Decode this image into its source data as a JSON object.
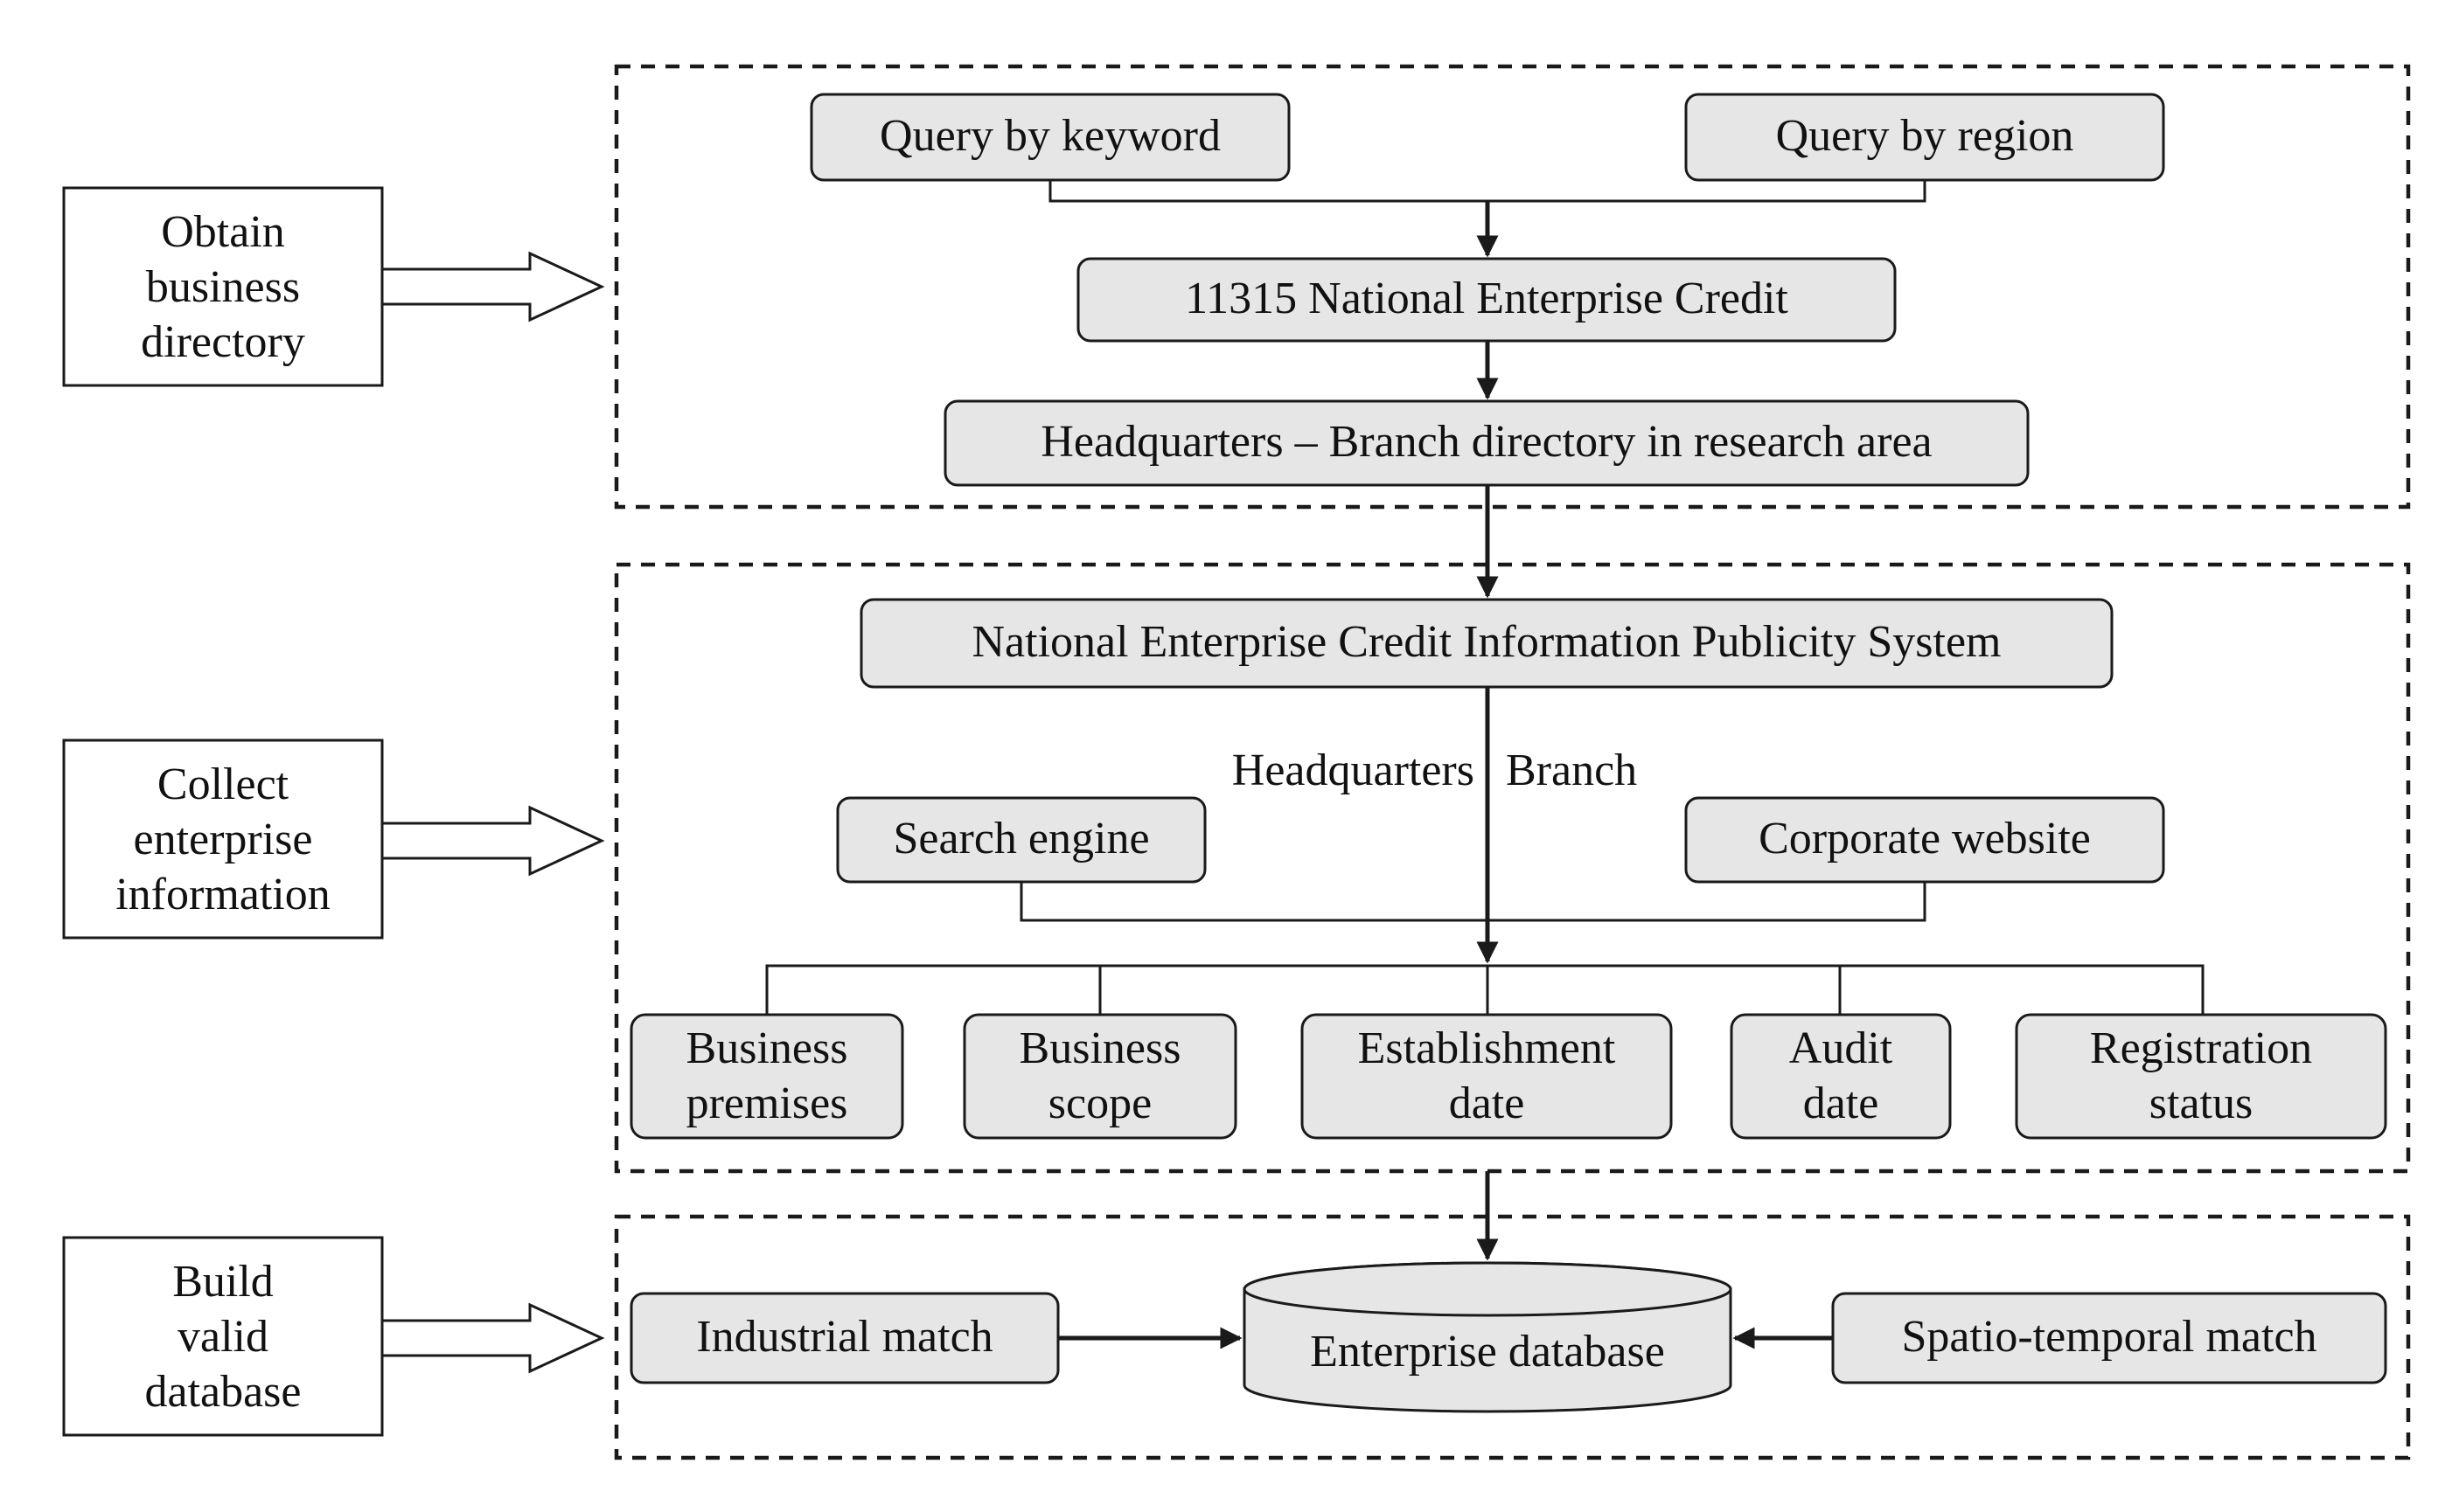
{
  "stages": [
    {
      "lines": [
        "Obtain",
        "business",
        "directory"
      ]
    },
    {
      "lines": [
        "Collect",
        "enterprise",
        "information"
      ]
    },
    {
      "lines": [
        "Build",
        "valid",
        "database"
      ]
    }
  ],
  "section1": {
    "query_keyword": "Query by keyword",
    "query_region": "Query by region",
    "credit_system": "11315 National Enterprise Credit",
    "directory": "Headquarters – Branch directory in research area"
  },
  "section2": {
    "publicity_system": "National Enterprise Credit Information Publicity System",
    "label_headquarters": "Headquarters",
    "label_branch": "Branch",
    "search_engine": "Search engine",
    "corporate_website": "Corporate website",
    "fields": [
      {
        "lines": [
          "Business",
          "premises"
        ]
      },
      {
        "lines": [
          "Business",
          "scope"
        ]
      },
      {
        "lines": [
          "Establishment",
          "date"
        ]
      },
      {
        "lines": [
          "Audit",
          "date"
        ]
      },
      {
        "lines": [
          "Registration",
          "status"
        ]
      }
    ]
  },
  "section3": {
    "industrial_match": "Industrial match",
    "database": "Enterprise database",
    "spatio_temporal_match": "Spatio-temporal match"
  }
}
